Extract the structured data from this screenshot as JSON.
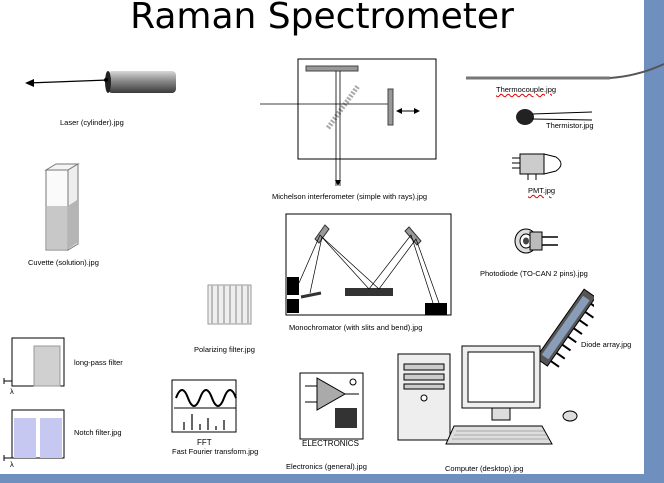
{
  "slide": {
    "title": "Raman Spectrometer",
    "labels": {
      "laser": "Laser (cylinder).jpg",
      "michelson": "Michelson interferometer (simple with rays).jpg",
      "thermocouple": "Thermocouple.jpg",
      "thermistor": "Thermistor.jpg",
      "pmt": "PMT.jpg",
      "cuvette": "Cuvette (solution).jpg",
      "monochromator": "Monochromator (with slits and bend).jpg",
      "photodiode": "Photodiode (TO-CAN 2 pins).jpg",
      "diode_array": "Diode array.jpg",
      "polarizing": "Polarizing filter.jpg",
      "longpass": "long-pass filter",
      "notch": "Notch filter.jpg",
      "fft": "Fast Fourier transform.jpg",
      "electronics": "Electronics (general).jpg",
      "computer": "Computer (desktop).jpg"
    },
    "image_text": {
      "fft": "FFT",
      "electronics": "ELECTRONICS",
      "lambda": "λ"
    }
  }
}
